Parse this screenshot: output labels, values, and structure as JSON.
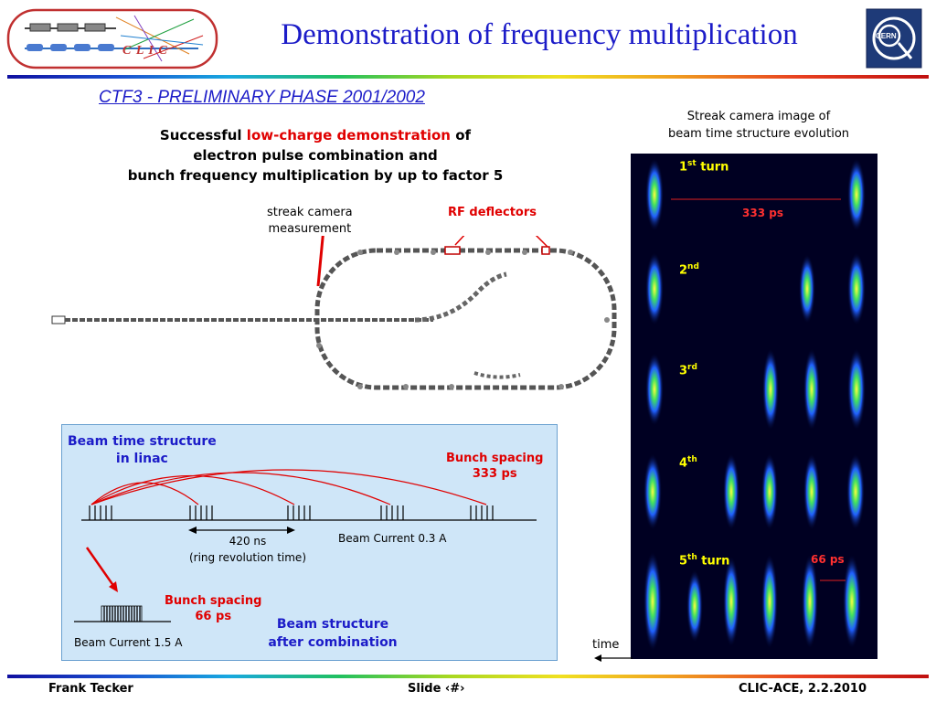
{
  "logo_left": {
    "text": "C L I C"
  },
  "logo_right": {
    "text": "CERN"
  },
  "header": {
    "title": "Demonstration of frequency multiplication"
  },
  "section": {
    "subtitle": "CTF3 - PRELIMINARY PHASE 2001/2002"
  },
  "description": {
    "part1": "Successful ",
    "highlight": "low-charge demonstration",
    "part2": " of",
    "line2": "electron pulse combination and",
    "line3": "bunch frequency multiplication by up to factor 5"
  },
  "ring": {
    "streak_label_line1": "streak camera",
    "streak_label_line2": "measurement",
    "rf_label": "RF deflectors"
  },
  "panel": {
    "linac_title_line1": "Beam time structure",
    "linac_title_line2": "in linac",
    "bunch_spacing_top_line1": "Bunch spacing",
    "bunch_spacing_top_line2": "333 ps",
    "interval_line1": "420 ns",
    "interval_line2": "(ring revolution time)",
    "beam_current_linac": "Beam Current 0.3 A",
    "bunch_spacing_bottom_line1": "Bunch spacing",
    "bunch_spacing_bottom_line2": "66 ps",
    "after_line1": "Beam structure",
    "after_line2": "after combination",
    "beam_current_combined": "Beam Current 1.5 A"
  },
  "streak": {
    "caption_line1": "Streak camera image of",
    "caption_line2": "beam time structure evolution",
    "turns": [
      {
        "num": "1",
        "sup": "st",
        "suffix": " turn"
      },
      {
        "num": "2",
        "sup": "nd",
        "suffix": ""
      },
      {
        "num": "3",
        "sup": "rd",
        "suffix": ""
      },
      {
        "num": "4",
        "sup": "th",
        "suffix": ""
      },
      {
        "num": "5",
        "sup": "th",
        "suffix": " turn"
      }
    ],
    "label_333": "333 ps",
    "label_66": "66 ps",
    "time_label": "time"
  },
  "footer": {
    "author": "Frank Tecker",
    "slide": "Slide ‹#›",
    "event": "CLIC-ACE, 2.2.2010"
  },
  "colors": {
    "title_blue": "#1c1cc8",
    "highlight_red": "#e00000",
    "panel_bg": "#cfe6f8",
    "turn_label": "#ffff00"
  }
}
